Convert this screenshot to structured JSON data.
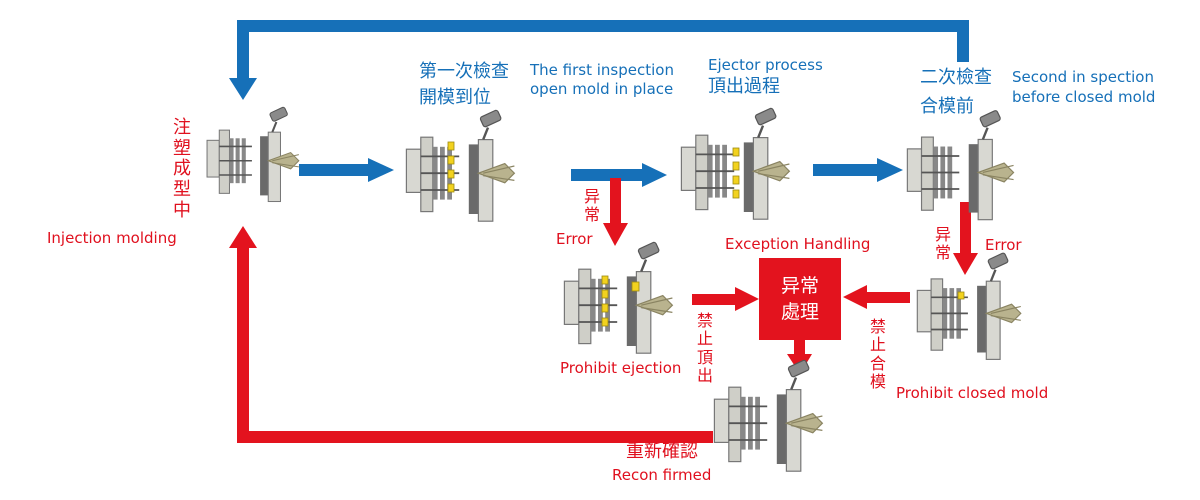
{
  "colors": {
    "blue": "#1670b8",
    "red": "#e0101e",
    "box": "#e3131e",
    "machine_fill": "#d8d8d2",
    "machine_dark": "#6a6a6a",
    "part_yellow": "#f2d21f"
  },
  "icons": [
    "mold-machine-icon",
    "camera-icon",
    "molded-part-icon"
  ],
  "labels": {
    "injection_zh": "注塑成型中",
    "injection_en": "Injection molding",
    "first_zh_1": "第一次檢查",
    "first_zh_2": "開模到位",
    "first_en_1": "The first inspection",
    "first_en_2": "open mold in place",
    "ejector_en": "Ejector process",
    "ejector_zh": "頂出過程",
    "second_zh_1": "二次檢查",
    "second_zh_2": "合模前",
    "second_en_1": "Second in spection",
    "second_en_2": "before closed mold",
    "error_zh_left": "异常",
    "error_en_left": "Error",
    "error_zh_right": "异常",
    "error_en_right": "Error",
    "exception_en": "Exception Handling",
    "exception_zh_1": "异常",
    "exception_zh_2": "處理",
    "prohibit_ejection_zh": "禁止頂出",
    "prohibit_ejection_en": "Prohibit ejection",
    "prohibit_closed_zh": "禁止合模",
    "prohibit_closed_en": "Prohibit closed mold",
    "reconfirm_zh": "重新確認",
    "reconfirm_en": "Recon firmed"
  }
}
